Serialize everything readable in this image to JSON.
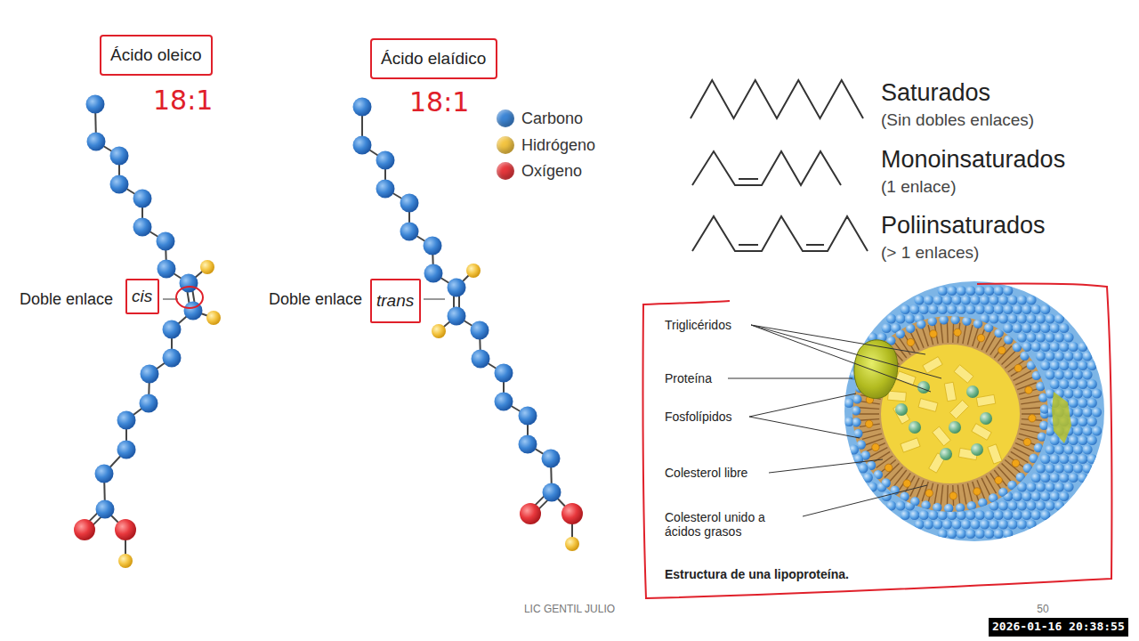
{
  "diagram": {
    "caption": "Estructura de una lipoproteína.",
    "nodes": [
      {
        "text": [
          "Ácido oleico"
        ]
      },
      {
        "text": [
          "Ácido elaídico"
        ]
      },
      {
        "text": [
          "cis"
        ]
      },
      {
        "text": [
          "trans"
        ]
      },
      {
        "text": [
          "2026-01-16 20:38:55"
        ]
      }
    ],
    "labels": [
      "18:1",
      "18:1",
      "Doble enlace",
      "Doble enlace",
      "Saturados",
      "(Sin dobles enlaces)",
      "Monoinsaturados",
      "(1 enlace)",
      "Poliinsaturados",
      "(> 1 enlaces)",
      "Triglicéridos",
      "Proteína",
      "Fosfolípidos",
      "Colesterol libre",
      "Colesterol unido a ácidos grasos",
      "LIC GENTIL JULIO",
      "50"
    ],
    "legend": [
      {
        "text": "Carbono",
        "color": "#3d86d6"
      },
      {
        "text": "Hidrógeno",
        "color": "#f4c542"
      },
      {
        "text": "Oxígeno",
        "color": "#e8383d"
      }
    ]
  }
}
